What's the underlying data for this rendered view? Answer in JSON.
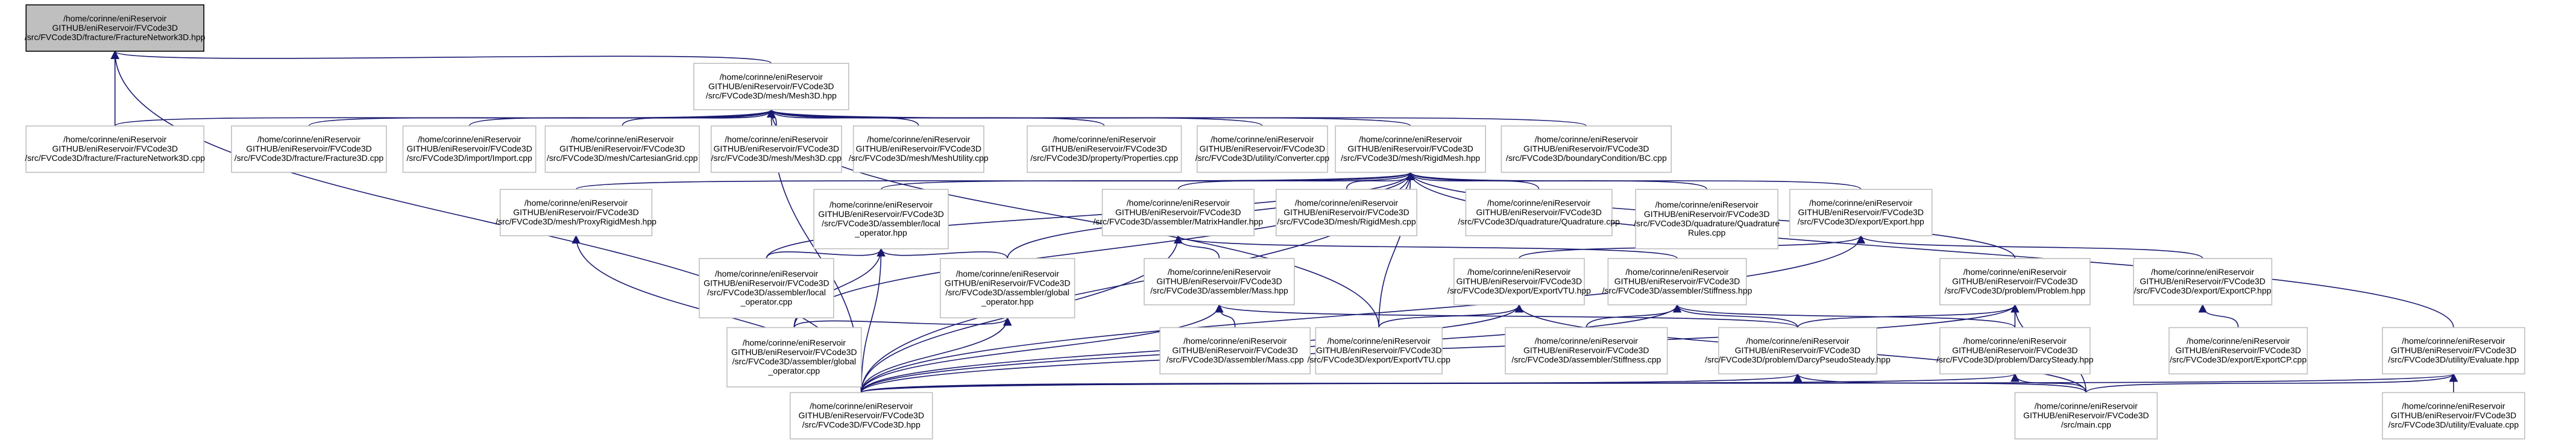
{
  "diagram": {
    "type": "include-dependency-graph",
    "colors": {
      "edge": "#191970",
      "root_fill": "#bfbfbf",
      "node_fill": "#ffffff",
      "node_border": "#bfbfbf"
    },
    "nodes": [
      {
        "id": "fracNet",
        "lines": [
          "/home/corinne/eniReservoir",
          "GITHUB/eniReservoir/FVCode3D",
          "/src/FVCode3D/fracture/FractureNetwork3D.hpp"
        ],
        "root": true
      },
      {
        "id": "mesh3d",
        "lines": [
          "/home/corinne/eniReservoir",
          "GITHUB/eniReservoir/FVCode3D",
          "/src/FVCode3D/mesh/Mesh3D.hpp"
        ]
      },
      {
        "id": "fracNetCpp",
        "lines": [
          "/home/corinne/eniReservoir",
          "GITHUB/eniReservoir/FVCode3D",
          "/src/FVCode3D/fracture/FractureNetwork3D.cpp"
        ]
      },
      {
        "id": "frac3dCpp",
        "lines": [
          "/home/corinne/eniReservoir",
          "GITHUB/eniReservoir/FVCode3D",
          "/src/FVCode3D/fracture/Fracture3D.cpp"
        ]
      },
      {
        "id": "importCpp",
        "lines": [
          "/home/corinne/eniReservoir",
          "GITHUB/eniReservoir/FVCode3D",
          "/src/FVCode3D/import/Import.cpp"
        ]
      },
      {
        "id": "cartCpp",
        "lines": [
          "/home/corinne/eniReservoir",
          "GITHUB/eniReservoir/FVCode3D",
          "/src/FVCode3D/mesh/CartesianGrid.cpp"
        ]
      },
      {
        "id": "mesh3dCpp",
        "lines": [
          "/home/corinne/eniReservoir",
          "GITHUB/eniReservoir/FVCode3D",
          "/src/FVCode3D/mesh/Mesh3D.cpp"
        ]
      },
      {
        "id": "meshUtil",
        "lines": [
          "/home/corinne/eniReservoir",
          "GITHUB/eniReservoir/FVCode3D",
          "/src/FVCode3D/mesh/MeshUtility.cpp"
        ]
      },
      {
        "id": "propCpp",
        "lines": [
          "/home/corinne/eniReservoir",
          "GITHUB/eniReservoir/FVCode3D",
          "/src/FVCode3D/property/Properties.cpp"
        ]
      },
      {
        "id": "convCpp",
        "lines": [
          "/home/corinne/eniReservoir",
          "GITHUB/eniReservoir/FVCode3D",
          "/src/FVCode3D/utility/Converter.cpp"
        ]
      },
      {
        "id": "rigidHpp",
        "lines": [
          "/home/corinne/eniReservoir",
          "GITHUB/eniReservoir/FVCode3D",
          "/src/FVCode3D/mesh/RigidMesh.hpp"
        ]
      },
      {
        "id": "bcCpp",
        "lines": [
          "/home/corinne/eniReservoir",
          "GITHUB/eniReservoir/FVCode3D",
          "/src/FVCode3D/boundaryCondition/BC.cpp"
        ]
      },
      {
        "id": "proxyHpp",
        "lines": [
          "/home/corinne/eniReservoir",
          "GITHUB/eniReservoir/FVCode3D",
          "/src/FVCode3D/mesh/ProxyRigidMesh.hpp"
        ]
      },
      {
        "id": "localOpHpp",
        "lines": [
          "/home/corinne/eniReservoir",
          "GITHUB/eniReservoir/FVCode3D",
          "/src/FVCode3D/assembler/local",
          "_operator.hpp"
        ]
      },
      {
        "id": "matHpp",
        "lines": [
          "/home/corinne/eniReservoir",
          "GITHUB/eniReservoir/FVCode3D",
          "/src/FVCode3D/assembler/MatrixHandler.hpp"
        ]
      },
      {
        "id": "rigidCpp",
        "lines": [
          "/home/corinne/eniReservoir",
          "GITHUB/eniReservoir/FVCode3D",
          "/src/FVCode3D/mesh/RigidMesh.cpp"
        ]
      },
      {
        "id": "quadCpp",
        "lines": [
          "/home/corinne/eniReservoir",
          "GITHUB/eniReservoir/FVCode3D",
          "/src/FVCode3D/quadrature/Quadrature.cpp"
        ]
      },
      {
        "id": "quadRules",
        "lines": [
          "/home/corinne/eniReservoir",
          "GITHUB/eniReservoir/FVCode3D",
          "/src/FVCode3D/quadrature/Quadrature",
          "Rules.cpp"
        ]
      },
      {
        "id": "exportHpp",
        "lines": [
          "/home/corinne/eniReservoir",
          "GITHUB/eniReservoir/FVCode3D",
          "/src/FVCode3D/export/Export.hpp"
        ]
      },
      {
        "id": "localOpCpp",
        "lines": [
          "/home/corinne/eniReservoir",
          "GITHUB/eniReservoir/FVCode3D",
          "/src/FVCode3D/assembler/local",
          "_operator.cpp"
        ]
      },
      {
        "id": "globOpHpp",
        "lines": [
          "/home/corinne/eniReservoir",
          "GITHUB/eniReservoir/FVCode3D",
          "/src/FVCode3D/assembler/global",
          "_operator.hpp"
        ]
      },
      {
        "id": "massHpp",
        "lines": [
          "/home/corinne/eniReservoir",
          "GITHUB/eniReservoir/FVCode3D",
          "/src/FVCode3D/assembler/Mass.hpp"
        ]
      },
      {
        "id": "vtuHpp",
        "lines": [
          "/home/corinne/eniReservoir",
          "GITHUB/eniReservoir/FVCode3D",
          "/src/FVCode3D/export/ExportVTU.hpp"
        ]
      },
      {
        "id": "stiffHpp",
        "lines": [
          "/home/corinne/eniReservoir",
          "GITHUB/eniReservoir/FVCode3D",
          "/src/FVCode3D/assembler/Stiffness.hpp"
        ]
      },
      {
        "id": "problemHpp",
        "lines": [
          "/home/corinne/eniReservoir",
          "GITHUB/eniReservoir/FVCode3D",
          "/src/FVCode3D/problem/Problem.hpp"
        ]
      },
      {
        "id": "cpHpp",
        "lines": [
          "/home/corinne/eniReservoir",
          "GITHUB/eniReservoir/FVCode3D",
          "/src/FVCode3D/export/ExportCP.hpp"
        ]
      },
      {
        "id": "globOpCpp",
        "lines": [
          "/home/corinne/eniReservoir",
          "GITHUB/eniReservoir/FVCode3D",
          "/src/FVCode3D/assembler/global",
          "_operator.cpp"
        ]
      },
      {
        "id": "massCpp",
        "lines": [
          "/home/corinne/eniReservoir",
          "GITHUB/eniReservoir/FVCode3D",
          "/src/FVCode3D/assembler/Mass.cpp"
        ]
      },
      {
        "id": "vtuCpp",
        "lines": [
          "/home/corinne/eniReservoir",
          "GITHUB/eniReservoir/FVCode3D",
          "/src/FVCode3D/export/ExportVTU.cpp"
        ]
      },
      {
        "id": "stiffCpp",
        "lines": [
          "/home/corinne/eniReservoir",
          "GITHUB/eniReservoir/FVCode3D",
          "/src/FVCode3D/assembler/Stiffness.cpp"
        ]
      },
      {
        "id": "dpsHpp",
        "lines": [
          "/home/corinne/eniReservoir",
          "GITHUB/eniReservoir/FVCode3D",
          "/src/FVCode3D/problem/DarcyPseudoSteady.hpp"
        ]
      },
      {
        "id": "dsHpp",
        "lines": [
          "/home/corinne/eniReservoir",
          "GITHUB/eniReservoir/FVCode3D",
          "/src/FVCode3D/problem/DarcySteady.hpp"
        ]
      },
      {
        "id": "cpCpp",
        "lines": [
          "/home/corinne/eniReservoir",
          "GITHUB/eniReservoir/FVCode3D",
          "/src/FVCode3D/export/ExportCP.cpp"
        ]
      },
      {
        "id": "evalHpp",
        "lines": [
          "/home/corinne/eniReservoir",
          "GITHUB/eniReservoir/FVCode3D",
          "/src/FVCode3D/utility/Evaluate.hpp"
        ]
      },
      {
        "id": "fvHpp",
        "lines": [
          "/home/corinne/eniReservoir",
          "GITHUB/eniReservoir/FVCode3D",
          "/src/FVCode3D/FVCode3D.hpp"
        ]
      },
      {
        "id": "mainCpp",
        "lines": [
          "/home/corinne/eniReservoir",
          "GITHUB/eniReservoir/FVCode3D",
          "/src/main.cpp"
        ]
      },
      {
        "id": "evalCpp",
        "lines": [
          "/home/corinne/eniReservoir",
          "GITHUB/eniReservoir/FVCode3D",
          "/src/FVCode3D/utility/Evaluate.cpp"
        ]
      }
    ],
    "edges": [
      [
        "fracNet",
        "mesh3d"
      ],
      [
        "fracNet",
        "fracNetCpp"
      ],
      [
        "fracNet",
        "fvHpp"
      ],
      [
        "mesh3d",
        "fracNetCpp"
      ],
      [
        "mesh3d",
        "frac3dCpp"
      ],
      [
        "mesh3d",
        "importCpp"
      ],
      [
        "mesh3d",
        "cartCpp"
      ],
      [
        "mesh3d",
        "mesh3dCpp"
      ],
      [
        "mesh3d",
        "meshUtil"
      ],
      [
        "mesh3d",
        "propCpp"
      ],
      [
        "mesh3d",
        "convCpp"
      ],
      [
        "mesh3d",
        "rigidHpp"
      ],
      [
        "mesh3d",
        "bcCpp"
      ],
      [
        "mesh3d",
        "fvHpp"
      ],
      [
        "mesh3d",
        "vtuCpp"
      ],
      [
        "rigidHpp",
        "proxyHpp"
      ],
      [
        "rigidHpp",
        "localOpHpp"
      ],
      [
        "rigidHpp",
        "matHpp"
      ],
      [
        "rigidHpp",
        "rigidCpp"
      ],
      [
        "rigidHpp",
        "quadCpp"
      ],
      [
        "rigidHpp",
        "quadRules"
      ],
      [
        "rigidHpp",
        "exportHpp"
      ],
      [
        "rigidHpp",
        "localOpCpp"
      ],
      [
        "rigidHpp",
        "globOpHpp"
      ],
      [
        "rigidHpp",
        "problemHpp"
      ],
      [
        "rigidHpp",
        "evalHpp"
      ],
      [
        "rigidHpp",
        "fvHpp"
      ],
      [
        "rigidHpp",
        "vtuCpp"
      ],
      [
        "rigidHpp",
        "globOpCpp"
      ],
      [
        "proxyHpp",
        "fvHpp"
      ],
      [
        "localOpHpp",
        "localOpCpp"
      ],
      [
        "localOpHpp",
        "globOpHpp"
      ],
      [
        "localOpHpp",
        "globOpCpp"
      ],
      [
        "localOpHpp",
        "fvHpp"
      ],
      [
        "matHpp",
        "massHpp"
      ],
      [
        "matHpp",
        "stiffHpp"
      ],
      [
        "matHpp",
        "fvHpp"
      ],
      [
        "exportHpp",
        "vtuHpp"
      ],
      [
        "exportHpp",
        "cpHpp"
      ],
      [
        "exportHpp",
        "fvHpp"
      ],
      [
        "globOpHpp",
        "globOpCpp"
      ],
      [
        "globOpHpp",
        "fvHpp"
      ],
      [
        "massHpp",
        "massCpp"
      ],
      [
        "massHpp",
        "dpsHpp"
      ],
      [
        "massHpp",
        "fvHpp"
      ],
      [
        "vtuHpp",
        "vtuCpp"
      ],
      [
        "vtuHpp",
        "fvHpp"
      ],
      [
        "vtuHpp",
        "mainCpp"
      ],
      [
        "stiffHpp",
        "stiffCpp"
      ],
      [
        "stiffHpp",
        "dpsHpp"
      ],
      [
        "stiffHpp",
        "dsHpp"
      ],
      [
        "stiffHpp",
        "fvHpp"
      ],
      [
        "problemHpp",
        "dpsHpp"
      ],
      [
        "problemHpp",
        "dsHpp"
      ],
      [
        "problemHpp",
        "fvHpp"
      ],
      [
        "problemHpp",
        "mainCpp"
      ],
      [
        "cpHpp",
        "cpCpp"
      ],
      [
        "dpsHpp",
        "fvHpp"
      ],
      [
        "dpsHpp",
        "mainCpp"
      ],
      [
        "dsHpp",
        "fvHpp"
      ],
      [
        "dsHpp",
        "mainCpp"
      ],
      [
        "evalHpp",
        "evalCpp"
      ],
      [
        "evalHpp",
        "fvHpp"
      ],
      [
        "evalHpp",
        "mainCpp"
      ]
    ]
  }
}
